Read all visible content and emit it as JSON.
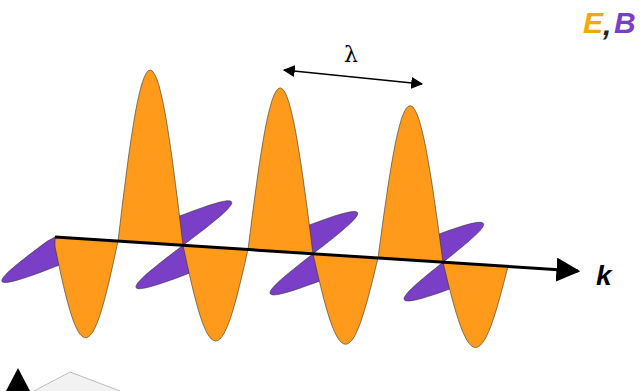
{
  "diagram": {
    "labels": [
      "E",
      ",",
      "B",
      "λ",
      "k"
    ]
  }
}
